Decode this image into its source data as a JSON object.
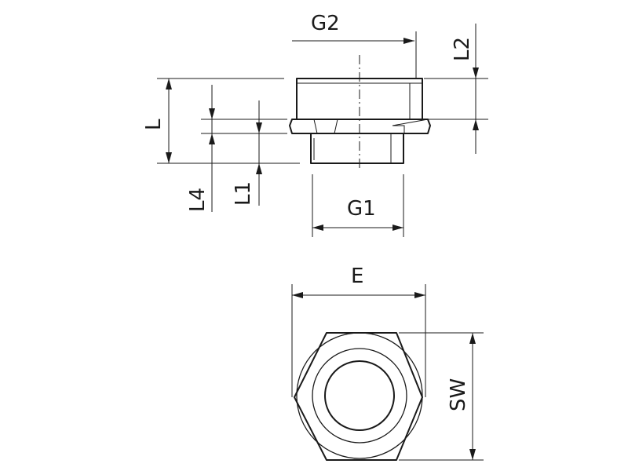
{
  "labels": {
    "g2": "G2",
    "l2": "L2",
    "l": "L",
    "l4": "L4",
    "l1": "L1",
    "g1": "G1",
    "e": "E",
    "sw": "SW"
  },
  "colors": {
    "line": "#1a1a1a",
    "background": "#ffffff"
  }
}
